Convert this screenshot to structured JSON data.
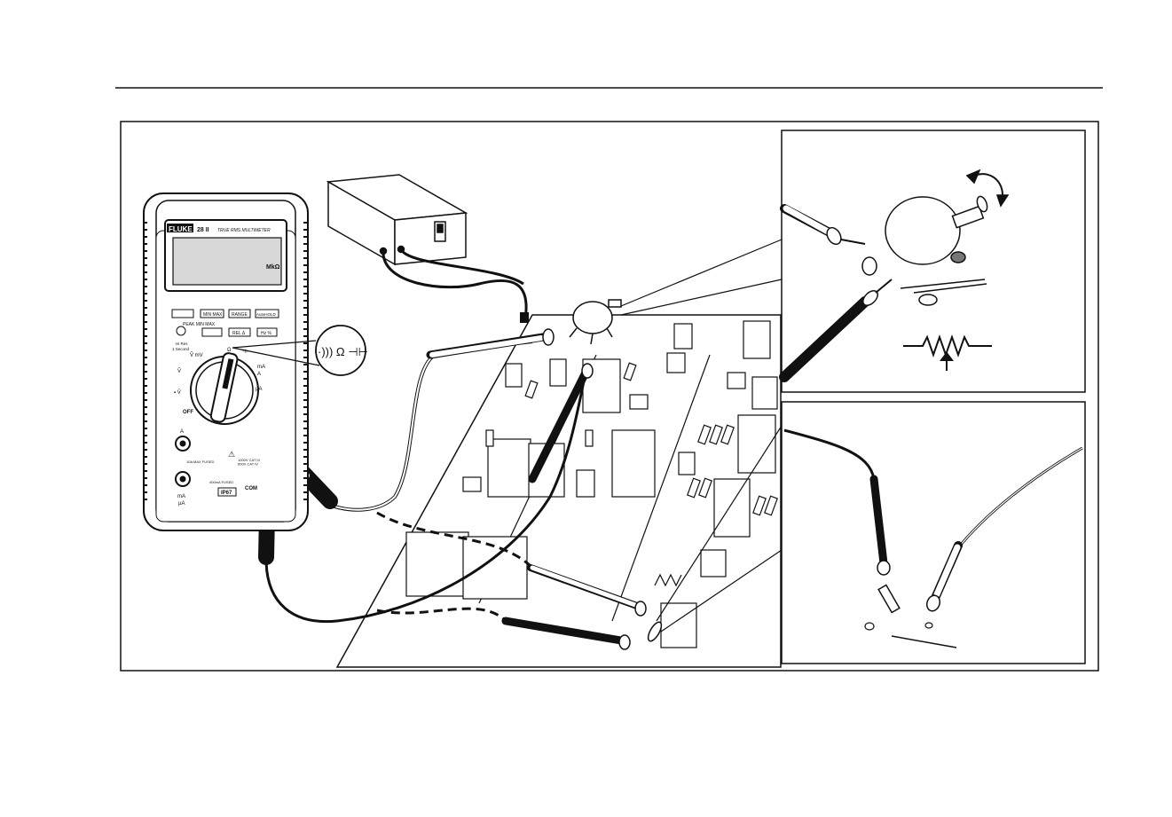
{
  "meter": {
    "brand": "FLUKE",
    "model": "28 II",
    "subtitle": "TRUE RMS MULTIMETER",
    "display_unit": "MkΩ",
    "buttons": [
      "",
      "MIN MAX",
      "RANGE",
      "AutoHOLD"
    ],
    "sub_label": "PEAK MIN MAX",
    "buttons2": [
      "",
      "REL Δ",
      "Hz %"
    ],
    "hi_res": "Hi Res",
    "hi_res_sub": "1 Second",
    "off_label": "OFF",
    "jack_a": "A",
    "fused_10a": "10A MAX FUSED",
    "fused_400ma": "400mA FUSED",
    "cat": "1000V CAT III\n600V CAT IV",
    "ip": "IP67",
    "jack_ma": "mA",
    "jack_ua": "µA",
    "jack_com": "COM"
  },
  "callout_symbols": "·))) Ω ⊣⊢",
  "colors": {
    "line": "#111111",
    "fill_light": "#ffffff",
    "fill_gray": "#d8d8d8",
    "fill_dark": "#1a1a1a"
  }
}
